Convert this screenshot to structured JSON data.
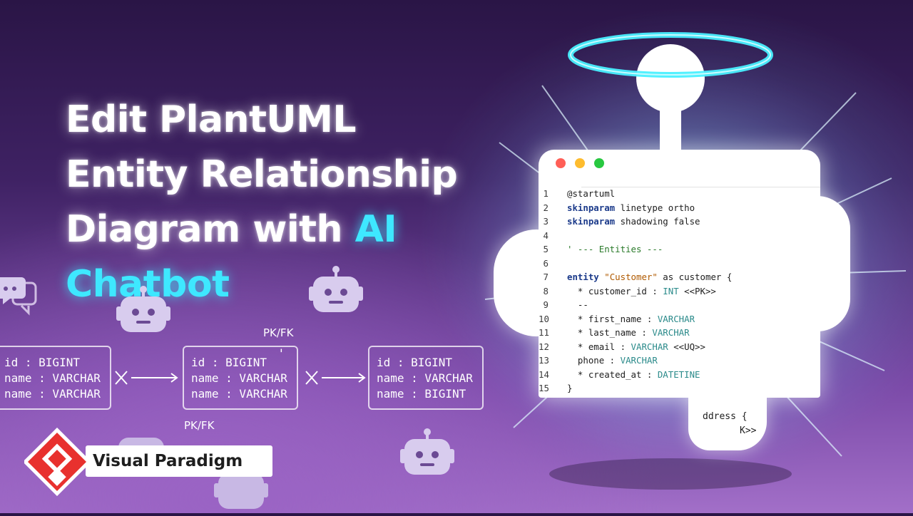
{
  "title": {
    "line1": "Edit PlantUML",
    "line2": "Entity Relationship",
    "line3_prefix": "Diagram with ",
    "line3_highlight": "AI",
    "line4": "Chatbot"
  },
  "er_diagram": {
    "label_top": "PK/FK",
    "label_bottom": "PK/FK",
    "tick_mark": "'",
    "boxes": [
      {
        "rows": [
          "id : BIGINT",
          "name : VARCHAR",
          "name : VARCHAR"
        ]
      },
      {
        "rows": [
          "id : BIGINT",
          "name : VARCHAR",
          "name : VARCHAR"
        ]
      },
      {
        "rows": [
          "id : BIGINT",
          "name : VARCHAR",
          "name : BIGINT"
        ]
      }
    ]
  },
  "brand": {
    "name": "Visual Paradigm",
    "logo_color": "#e8312e"
  },
  "code_editor": {
    "window_dots": [
      "#ff5f57",
      "#febc2e",
      "#28c840"
    ],
    "lines": [
      {
        "n": "1",
        "parts": [
          {
            "c": "txt",
            "t": "@startuml"
          }
        ]
      },
      {
        "n": "2",
        "parts": [
          {
            "c": "kw",
            "t": "skinparam"
          },
          {
            "c": "txt",
            "t": " linetype ortho"
          }
        ]
      },
      {
        "n": "3",
        "parts": [
          {
            "c": "kw",
            "t": "skinparam"
          },
          {
            "c": "txt",
            "t": " shadowing false"
          }
        ]
      },
      {
        "n": "4",
        "parts": []
      },
      {
        "n": "5",
        "parts": [
          {
            "c": "cmt",
            "t": "' --- Entities ---"
          }
        ]
      },
      {
        "n": "6",
        "parts": []
      },
      {
        "n": "7",
        "parts": [
          {
            "c": "kw",
            "t": "entity"
          },
          {
            "c": "txt",
            "t": " "
          },
          {
            "c": "str",
            "t": "\"Customer\""
          },
          {
            "c": "txt",
            "t": " as customer {"
          }
        ]
      },
      {
        "n": "8",
        "parts": [
          {
            "c": "txt",
            "t": "  * customer_id : "
          },
          {
            "c": "typ",
            "t": "INT"
          },
          {
            "c": "txt",
            "t": " <<PK>>"
          }
        ]
      },
      {
        "n": "9",
        "parts": [
          {
            "c": "txt",
            "t": "  --"
          }
        ]
      },
      {
        "n": "10",
        "parts": [
          {
            "c": "txt",
            "t": "  * first_name : "
          },
          {
            "c": "typ",
            "t": "VARCHAR"
          }
        ]
      },
      {
        "n": "11",
        "parts": [
          {
            "c": "txt",
            "t": "  * last_name : "
          },
          {
            "c": "typ",
            "t": "VARCHAR"
          }
        ]
      },
      {
        "n": "12",
        "parts": [
          {
            "c": "txt",
            "t": "  * email : "
          },
          {
            "c": "typ",
            "t": "VARCHAR"
          },
          {
            "c": "txt",
            "t": " <<UQ>>"
          }
        ]
      },
      {
        "n": "13",
        "parts": [
          {
            "c": "txt",
            "t": "  phone : "
          },
          {
            "c": "typ",
            "t": "VARCHAR"
          }
        ]
      },
      {
        "n": "14",
        "parts": [
          {
            "c": "txt",
            "t": "  * created_at : "
          },
          {
            "c": "typ",
            "t": "DATETINE"
          }
        ]
      },
      {
        "n": "15",
        "parts": [
          {
            "c": "txt",
            "t": "}"
          }
        ]
      }
    ],
    "overflow_line1": "ddress {",
    "overflow_line2": "K>>"
  },
  "colors": {
    "accent": "#3ee8ff",
    "halo": "#49f0ff"
  }
}
